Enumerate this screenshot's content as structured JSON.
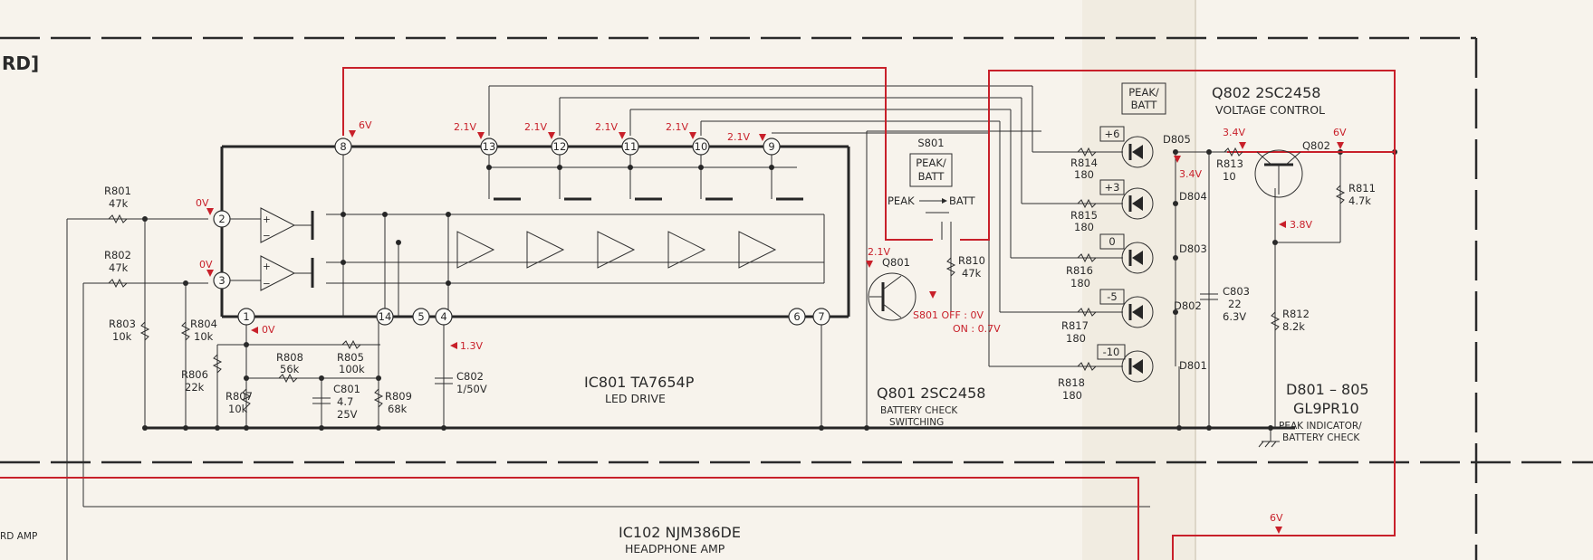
{
  "frame": {
    "corner_label": "RD]"
  },
  "ic801": {
    "name": "IC801  TA7654P",
    "function": "LED  DRIVE"
  },
  "pins": [
    "8",
    "13",
    "12",
    "11",
    "10",
    "9",
    "2",
    "3",
    "1",
    "14",
    "5",
    "4",
    "6",
    "7"
  ],
  "voltages": {
    "pin8": "6V",
    "pin13": "2.1V",
    "pin12": "2.1V",
    "pin11": "2.1V",
    "pin10": "2.1V",
    "pin9": "2.1V",
    "pin2": "0V",
    "pin3": "0V",
    "pin1": "0V",
    "pin4": "1.3V",
    "q801_base": "2.1V",
    "s801": [
      "S801  OFF : 0V",
      "ON   : 0.7V"
    ],
    "q802_emitter": "3.4V",
    "q802_supply": "6V",
    "d805_anode": "3.4V",
    "q802_base": "3.8V",
    "bottom_supply": "6V"
  },
  "resistors": {
    "r801": [
      "R801",
      "47k"
    ],
    "r802": [
      "R802",
      "47k"
    ],
    "r803": [
      "R803",
      "10k"
    ],
    "r804": [
      "R804",
      "10k"
    ],
    "r806": [
      "R806",
      "22k"
    ],
    "r807": [
      "R807",
      "10k"
    ],
    "r808": [
      "R808",
      "56k"
    ],
    "r805": [
      "R805",
      "100k"
    ],
    "r809": [
      "R809",
      "68k"
    ],
    "r810": [
      "R810",
      "47k"
    ],
    "r814": [
      "R814",
      "180"
    ],
    "r815": [
      "R815",
      "180"
    ],
    "r816": [
      "R816",
      "180"
    ],
    "r817": [
      "R817",
      "180"
    ],
    "r818": [
      "R818",
      "180"
    ],
    "r813": [
      "R813",
      "10"
    ],
    "r811": [
      "R811",
      "4.7k"
    ],
    "r812": [
      "R812",
      "8.2k"
    ]
  },
  "capacitors": {
    "c801": [
      "C801",
      "4.7",
      "25V"
    ],
    "c802": [
      "C802",
      "1/50V"
    ],
    "c803": [
      "C803",
      "22",
      "6.3V"
    ]
  },
  "switch_s801": {
    "name": "S801",
    "box": [
      "PEAK/",
      "BATT"
    ],
    "peak": "PEAK",
    "batt": "BATT"
  },
  "q801": {
    "ref": "Q801",
    "title": "Q801  2SC2458",
    "desc": [
      "BATTERY CHECK",
      "SWITCHING"
    ]
  },
  "q802": {
    "ref": "Q802",
    "title": "Q802  2SC2458",
    "desc": "VOLTAGE  CONTROL"
  },
  "leds": {
    "box": [
      "PEAK/",
      "BATT"
    ],
    "levels": [
      "+6",
      "+3",
      "0",
      "-5",
      "-10"
    ],
    "refs": [
      "D805",
      "D804",
      "D803",
      "D802",
      "D801"
    ],
    "group_title": "D801 – 805",
    "part": "GL9PR10",
    "desc": [
      "PEAK INDICATOR/",
      "BATTERY CHECK"
    ]
  },
  "ic102": {
    "name": "IC102  NJM386DE",
    "function": "HEADPHONE  AMP"
  },
  "bottom_left_label": "RD AMP"
}
